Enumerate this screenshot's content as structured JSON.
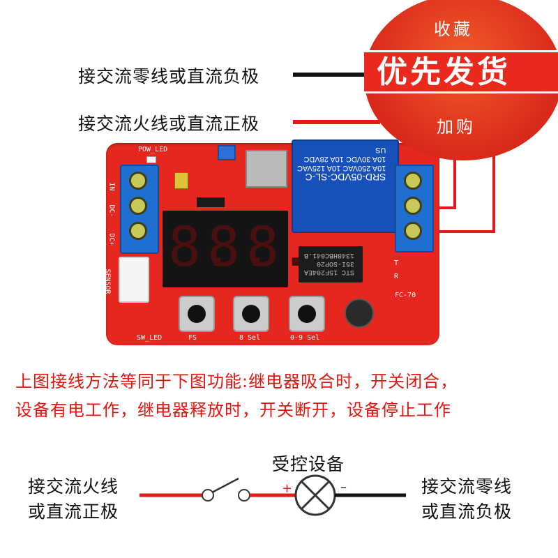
{
  "top_labels": {
    "neutral": "接交流零线或直流负极",
    "live": "接交流火线或直流正极",
    "partial": "零"
  },
  "board": {
    "pow_led": "POW_LED",
    "in": "IN",
    "dc_minus": "DC-",
    "dc_plus": "DC+",
    "sensor": "SENSOR",
    "sw_led": "SW_LED",
    "fs": "FS",
    "sel8": "8 Sel",
    "sel09": "0-9 Sel",
    "model": "FC-70",
    "t": "T",
    "r": "R",
    "display_digits": [
      "8.",
      "8.",
      "8."
    ],
    "relay_text": [
      "SRD-05VDC-SL-C",
      "10A 250VAC  10A 125VAC",
      "10A 30VDC  10A 28VDC",
      "US"
    ],
    "chip_text": [
      "STC 15F204EA",
      "35I-SOP20",
      "1348HBC041.B"
    ]
  },
  "badge": {
    "top": "收藏",
    "main": "优先发货",
    "bottom": "加购"
  },
  "explanation": {
    "line1": "上图接线方法等同于下图功能:继电器吸合时，开关闭合，",
    "line2": "设备有电工作，继电器释放时，开关断开，设备停止工作"
  },
  "schematic": {
    "left_line1": "接交流火线",
    "left_line2": "或直流正极",
    "device": "受控设备",
    "plus": "+",
    "minus": "–",
    "right_line1": "接交流零线",
    "right_line2": "或直流负极"
  },
  "colors": {
    "board_red": "#e5271f",
    "note_red": "#e2160f",
    "relay_blue": "#1750b8",
    "wire_red": "#e21a1a",
    "wire_black": "#111111"
  }
}
